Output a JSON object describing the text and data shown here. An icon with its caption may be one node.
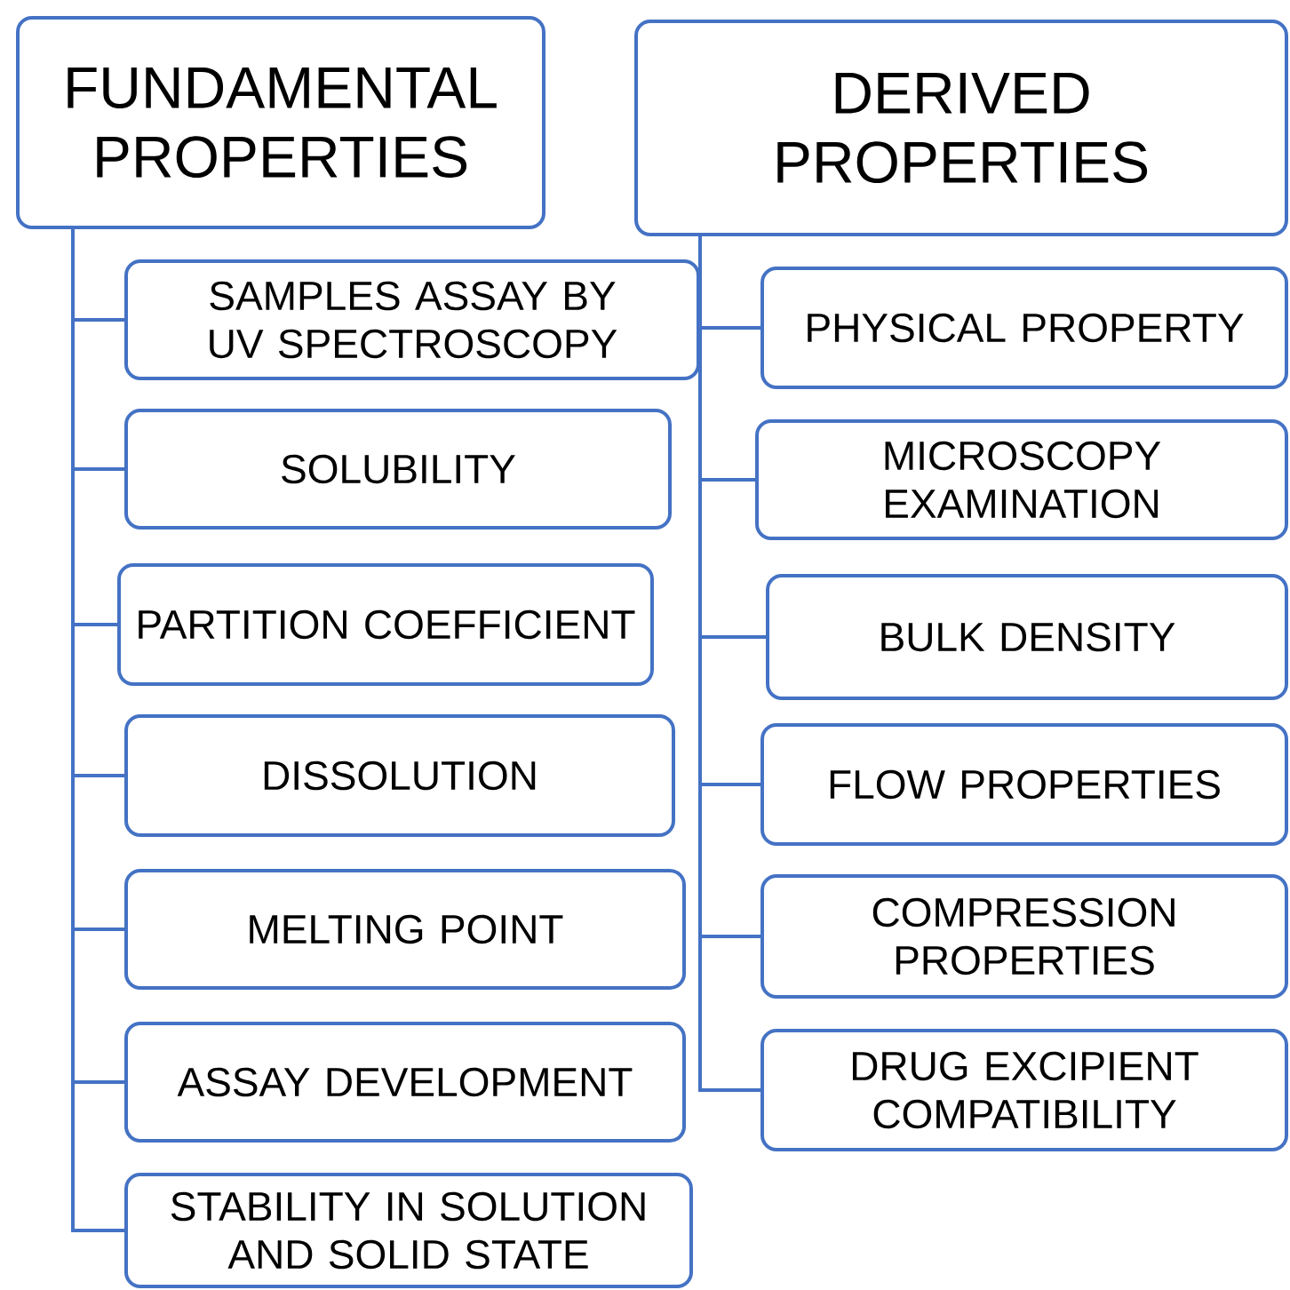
{
  "diagram": {
    "nodes": [
      {
        "text": [
          "FUNDAMENTAL PROPERTIES"
        ]
      },
      {
        "text": [
          "DERIVED PROPERTIES"
        ]
      },
      {
        "text": [
          "SAMPLES ASSAY BY UV SPECTROSCOPY"
        ]
      },
      {
        "text": [
          "SOLUBILITY"
        ]
      },
      {
        "text": [
          "PARTITION COEFFICIENT"
        ]
      },
      {
        "text": [
          "DISSOLUTION"
        ]
      },
      {
        "text": [
          "MELTING POINT"
        ]
      },
      {
        "text": [
          "ASSAY DEVELOPMENT"
        ]
      },
      {
        "text": [
          "STABILITY IN SOLUTION AND SOLID STATE"
        ]
      },
      {
        "text": [
          "PHYSICAL PROPERTY"
        ]
      },
      {
        "text": [
          "MICROSCOPY EXAMINATION"
        ]
      },
      {
        "text": [
          "BULK DENSITY"
        ]
      },
      {
        "text": [
          "FLOW PROPERTIES"
        ]
      },
      {
        "text": [
          "COMPRESSION PROPERTIES"
        ]
      },
      {
        "text": [
          "DRUG EXCIPIENT COMPATIBILITY"
        ]
      }
    ],
    "edges": [
      {
        "from": 0,
        "to": 2,
        "arrow": "none"
      },
      {
        "from": 0,
        "to": 3,
        "arrow": "none"
      },
      {
        "from": 0,
        "to": 4,
        "arrow": "none"
      },
      {
        "from": 0,
        "to": 5,
        "arrow": "none"
      },
      {
        "from": 0,
        "to": 6,
        "arrow": "none"
      },
      {
        "from": 0,
        "to": 7,
        "arrow": "none"
      },
      {
        "from": 0,
        "to": 8,
        "arrow": "none"
      },
      {
        "from": 1,
        "to": 9,
        "arrow": "none"
      },
      {
        "from": 1,
        "to": 10,
        "arrow": "none"
      },
      {
        "from": 1,
        "to": 11,
        "arrow": "none"
      },
      {
        "from": 1,
        "to": 12,
        "arrow": "none"
      },
      {
        "from": 1,
        "to": 13,
        "arrow": "none"
      },
      {
        "from": 1,
        "to": 14,
        "arrow": "none"
      }
    ]
  }
}
